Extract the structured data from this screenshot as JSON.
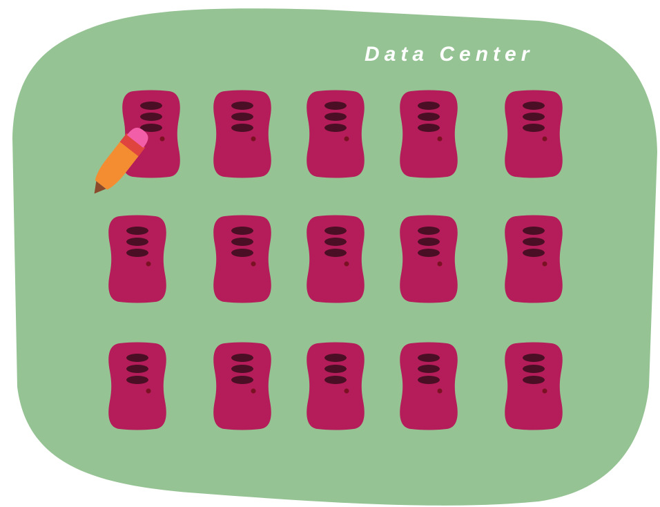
{
  "title": "Data Center",
  "colors": {
    "background": "#96c394",
    "server_body": "#b41d59",
    "server_slot": "#4b0f25",
    "server_led": "#7a1224",
    "title": "#ffffff",
    "pencil_body": "#f48d32",
    "pencil_eraser": "#f25fa8",
    "pencil_band": "#e0443f",
    "pencil_tip": "#8a4a2b"
  },
  "rack": {
    "rows": 3,
    "columns": 5,
    "slots_per_server": 3
  },
  "cursor_icon": "pencil-icon"
}
